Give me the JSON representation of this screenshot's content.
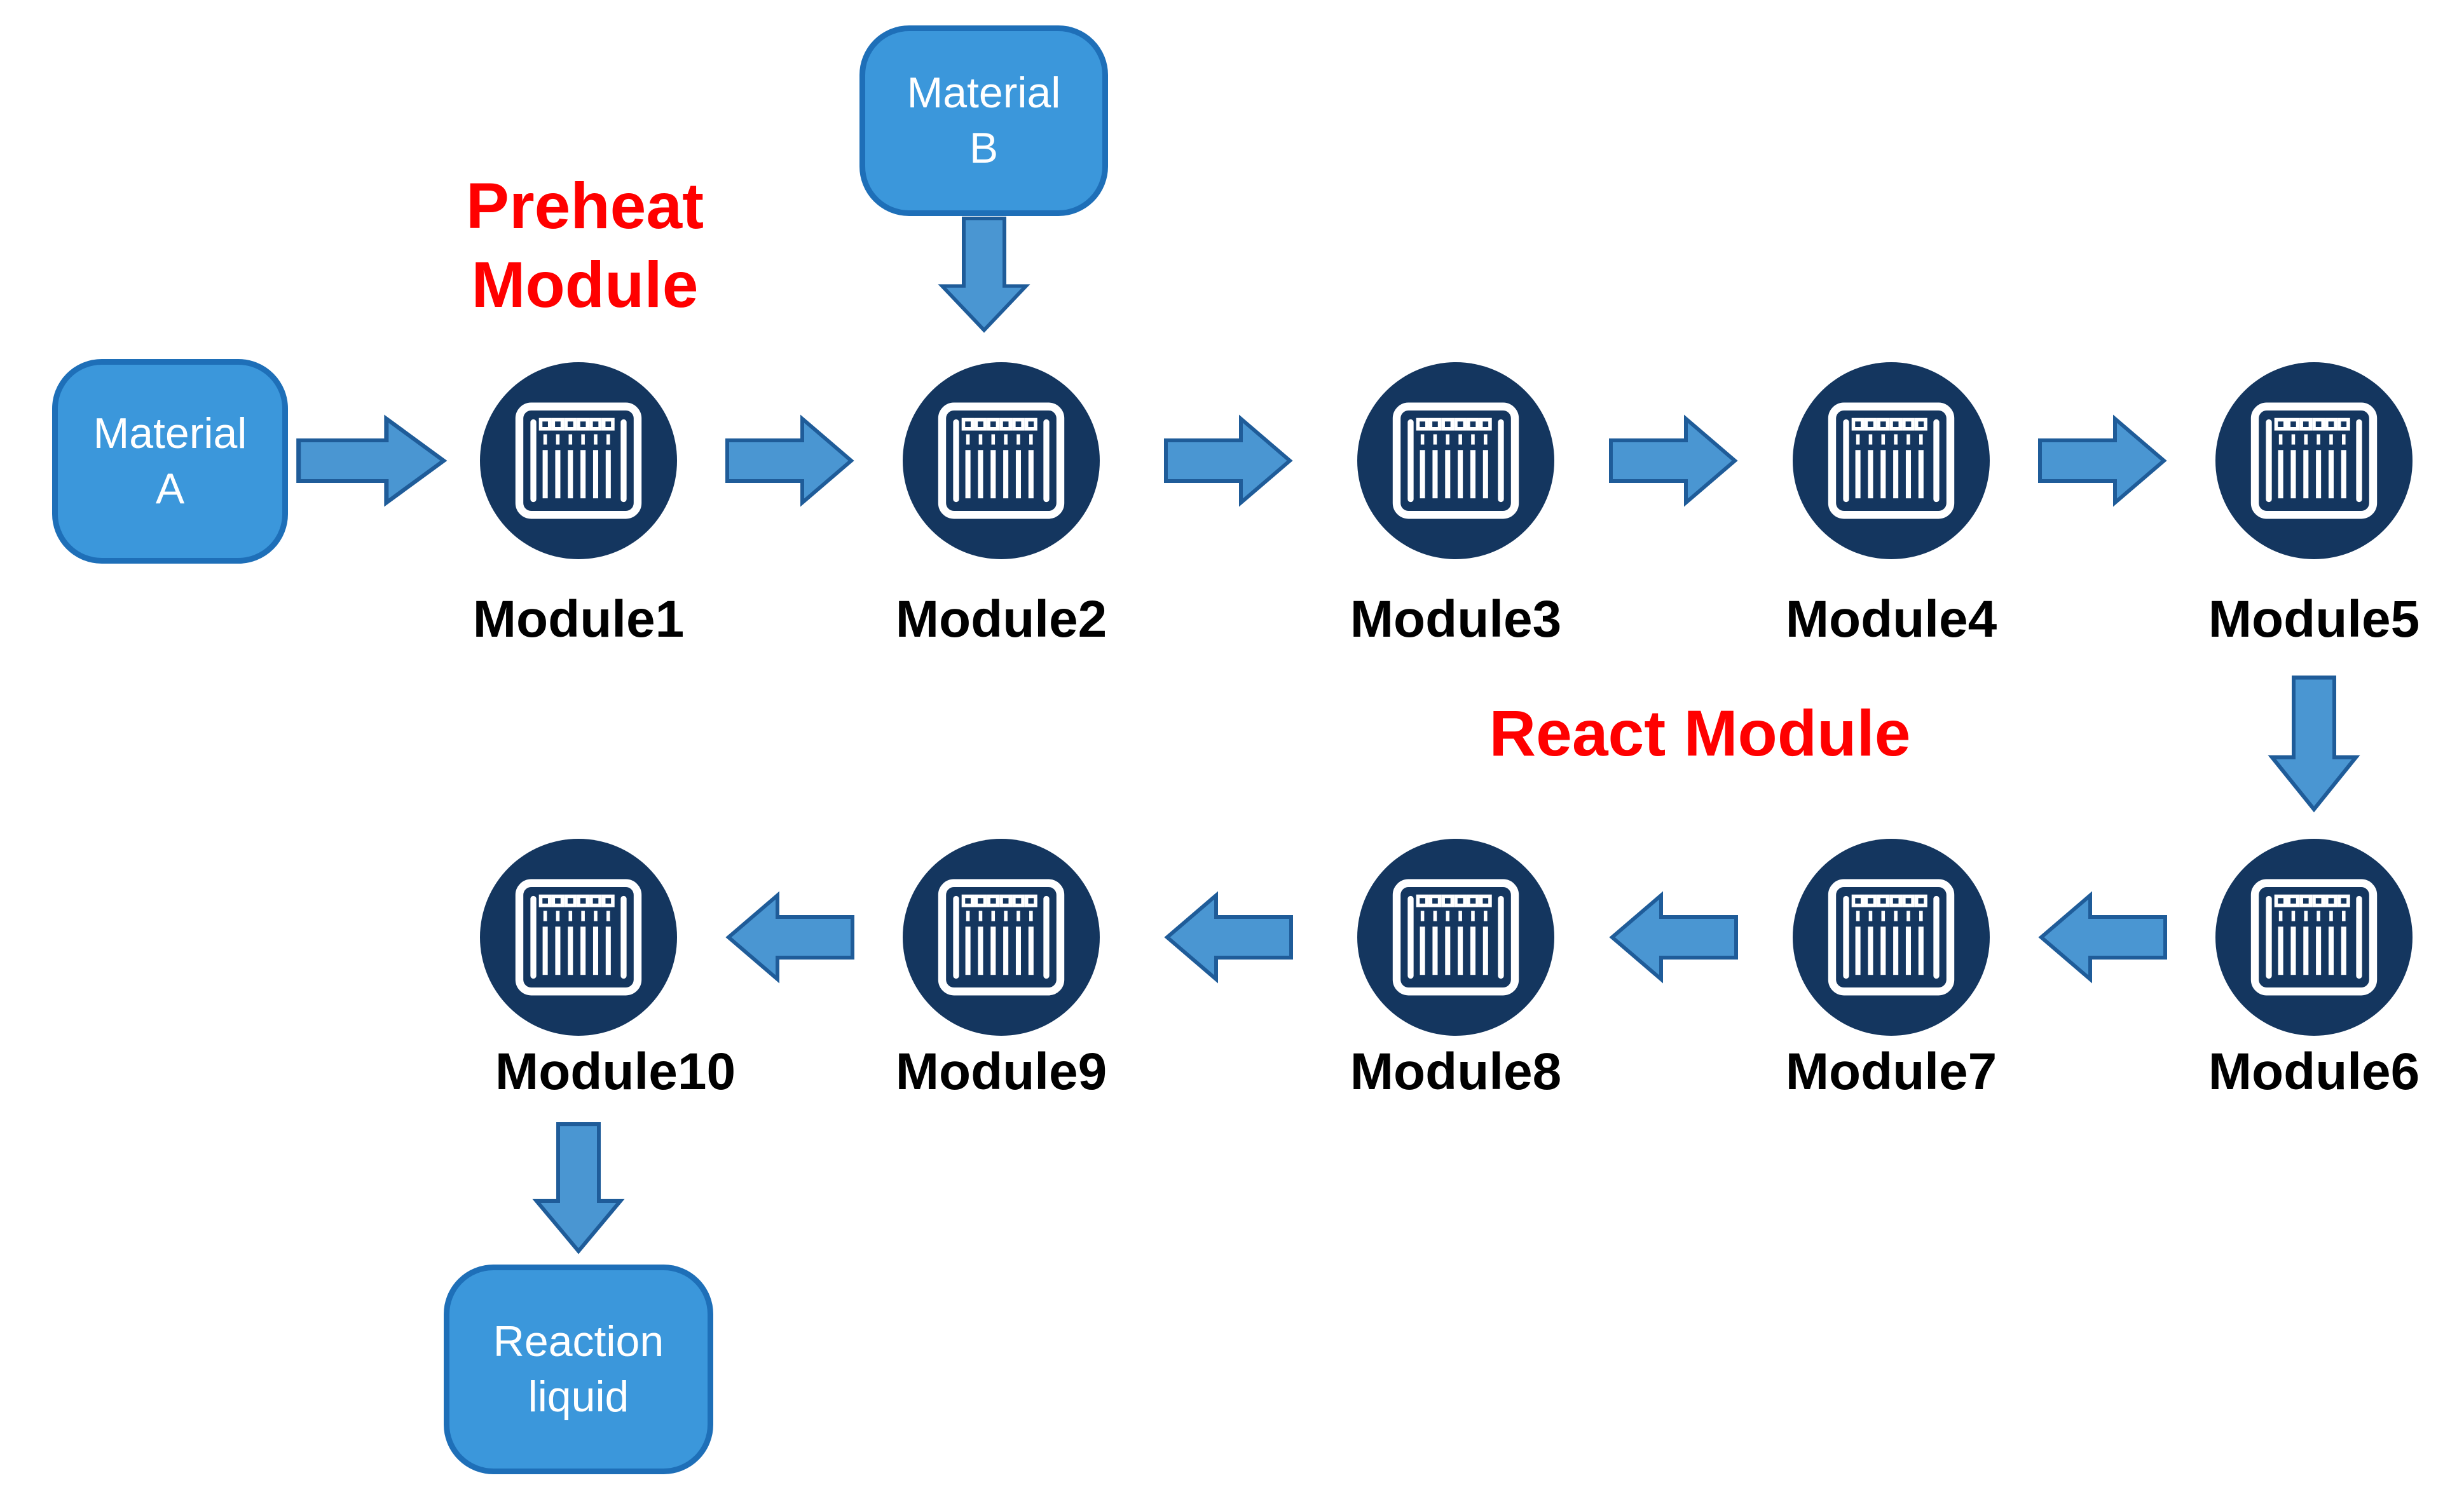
{
  "headings": {
    "preheat": {
      "line1": "Preheat",
      "line2": "Module"
    },
    "react": "React Module"
  },
  "terminals": {
    "material_a": {
      "line1": "Material",
      "line2": "A"
    },
    "material_b": {
      "line1": "Material",
      "line2": "B"
    },
    "reaction_liquid": {
      "line1": "Reaction",
      "line2": "liquid"
    }
  },
  "modules": {
    "top_row": [
      {
        "label": "Module1"
      },
      {
        "label": "Module2"
      },
      {
        "label": "Module3"
      },
      {
        "label": "Module4"
      },
      {
        "label": "Module5"
      }
    ],
    "bottom_row": [
      {
        "label": "Module10"
      },
      {
        "label": "Module9"
      },
      {
        "label": "Module8"
      },
      {
        "label": "Module7"
      },
      {
        "label": "Module6"
      }
    ]
  },
  "connections": [
    {
      "from": "Material A",
      "to": "Module1"
    },
    {
      "from": "Module1",
      "to": "Module2"
    },
    {
      "from": "Material B",
      "to": "Module2"
    },
    {
      "from": "Module2",
      "to": "Module3"
    },
    {
      "from": "Module3",
      "to": "Module4"
    },
    {
      "from": "Module4",
      "to": "Module5"
    },
    {
      "from": "Module5",
      "to": "Module6"
    },
    {
      "from": "Module6",
      "to": "Module7"
    },
    {
      "from": "Module7",
      "to": "Module8"
    },
    {
      "from": "Module8",
      "to": "Module9"
    },
    {
      "from": "Module9",
      "to": "Module10"
    },
    {
      "from": "Module10",
      "to": "Reaction liquid"
    }
  ],
  "icons": {
    "module_node": "reactor-module-icon",
    "flow_right": "arrow-right-icon",
    "flow_left": "arrow-left-icon",
    "flow_down": "arrow-down-icon"
  },
  "colors": {
    "box_fill": "#3B97DB",
    "box_border": "#1E6FB8",
    "node_circle_fill": "#14365F",
    "arrow_fill": "#4A96D2",
    "arrow_border": "#1F5C99",
    "heading_red": "#FF0000",
    "label_black": "#000000",
    "icon_white": "#FFFFFF",
    "background": "#FFFFFF"
  }
}
